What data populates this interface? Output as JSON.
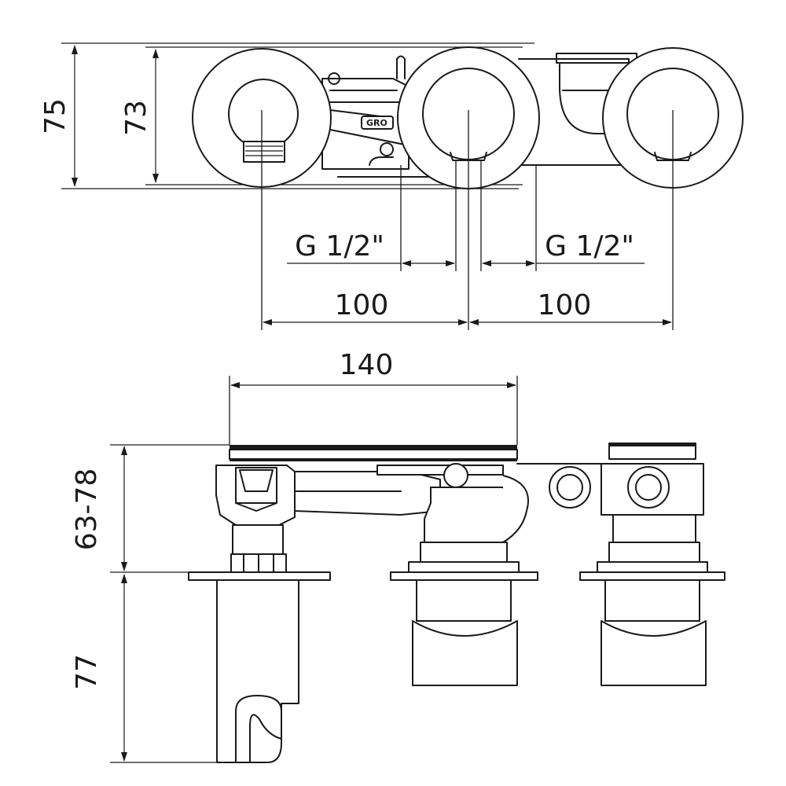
{
  "top_view": {
    "height_overall": "75",
    "height_inner": "73",
    "thread_left": "G 1/2\"",
    "thread_right": "G 1/2\"",
    "spacing_left": "100",
    "spacing_right": "100",
    "brand_mark": "GRO"
  },
  "front_view": {
    "width": "140",
    "depth_range": "63-78",
    "holder_height": "77"
  }
}
